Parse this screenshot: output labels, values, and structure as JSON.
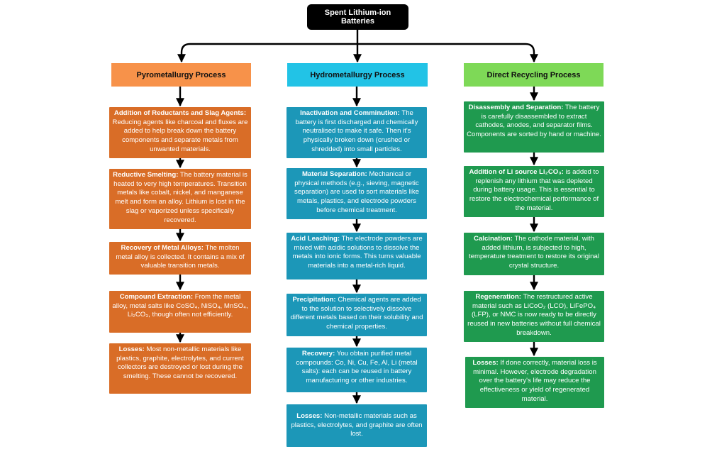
{
  "root": {
    "label": "Spent Lithium-ion Batteries"
  },
  "columns": [
    {
      "title": "Pyrometallurgy Process",
      "header_color": "#f7924a",
      "box_color": "#d96d27",
      "steps": [
        {
          "title": "Addition of Reductants and Slag Agents:",
          "text": "Reducing agents like charcoal and fluxes are added to help break down the battery components and separate metals from unwanted materials."
        },
        {
          "title": "Reductive Smelting:",
          "text": "The battery material is heated to very high temperatures. Transition metals like cobalt, nickel, and manganese melt and form an alloy. Lithium is lost in the slag or vaporized unless specifically recovered."
        },
        {
          "title": "Recovery of Metal Alloys:",
          "text": "The molten metal alloy is collected. It contains a mix of valuable transition metals."
        },
        {
          "title": "Compound Extraction:",
          "text": "From the metal alloy, metal salts like CoSO₄, NiSO₄, MnSO₄, Li₂CO₃, though often not efficiently."
        },
        {
          "title": "Losses:",
          "text": "Most non-metallic materials like plastics, graphite, electrolytes, and current collectors are destroyed or lost during the smelting. These cannot be recovered."
        }
      ]
    },
    {
      "title": "Hydrometallurgy Process",
      "header_color": "#22c3e6",
      "box_color": "#1c97b8",
      "steps": [
        {
          "title": "Inactivation and Comminution:",
          "text": "The battery is first discharged and chemically neutralised to make it safe. Then it's physically broken down (crushed or shredded) into small particles."
        },
        {
          "title": "Material Separation:",
          "text": "Mechanical or physical methods (e.g., sieving, magnetic separation) are used to sort materials like metals, plastics, and electrode powders before chemical treatment."
        },
        {
          "title": "Acid Leaching:",
          "text": "The electrode powders are mixed with acidic solutions to dissolve the metals into ionic forms. This turns valuable materials into a metal-rich liquid."
        },
        {
          "title": "Precipitation:",
          "text": "Chemical agents are added to the solution to selectively dissolve different metals based on their solubility and chemical properties."
        },
        {
          "title": "Recovery:",
          "text": "You obtain purified metal compounds: Co, Ni, Cu, Fe, Al, Li (metal salts): each can be reused in battery manufacturing or other industries."
        },
        {
          "title": "Losses:",
          "text": "Non-metallic materials such as plastics, electrolytes, and graphite are often lost."
        }
      ]
    },
    {
      "title": "Direct Recycling Process",
      "header_color": "#7ed957",
      "box_color": "#1f9a4f",
      "steps": [
        {
          "title": "Disassembly and Separation:",
          "text": "The battery is carefully disassembled to extract cathodes, anodes, and separator films. Components are sorted by hand or machine."
        },
        {
          "title": "Addition of Li source Li₂CO₃:",
          "text": "is added to replenish any lithium that was depleted during battery usage. This is essential to restore the electrochemical performance of the material."
        },
        {
          "title": "Calcination:",
          "text": "The cathode material, with added lithium, is subjected to high, temperature treatment to restore its original crystal structure."
        },
        {
          "title": "Regeneration:",
          "text": "The restructured active material such as LiCoO₂ (LCO), LiFePO₄ (LFP), or NMC is now ready to be directly reused in new batteries without full chemical breakdown."
        },
        {
          "title": "Losses:",
          "text": "If done correctly, material loss is minimal. However, electrode degradation over the battery's life may reduce the effectiveness or yield of regenerated material."
        }
      ]
    }
  ]
}
